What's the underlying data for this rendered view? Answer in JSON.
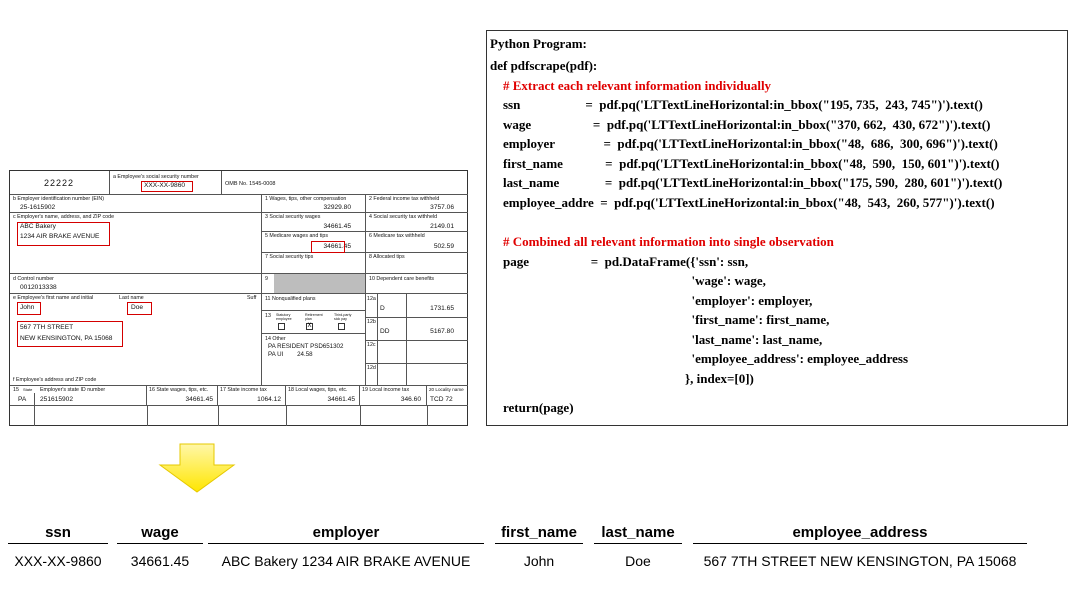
{
  "w2_form": {
    "control_code": "22222",
    "box_a_label": "a  Employee's social security number",
    "ssn": "XXX-XX-9860",
    "omb": "OMB No. 1545-0008",
    "box_b_label": "b  Employer identification number (EIN)",
    "ein": "25-1615902",
    "box_c_label": "c  Employer's name, address, and ZIP code",
    "employer_name": "ABC Bakery",
    "employer_address": "1234 AIR BRAKE AVENUE",
    "box_d_label": "d  Control number",
    "control_number": "0012013338",
    "box_e_label": "e  Employee's first name and initial",
    "last_name_label": "Last name",
    "suff_label": "Suff",
    "first_name": "John",
    "last_name": "Doe",
    "employee_street": "567 7TH STREET",
    "employee_city": "NEW KENSINGTON, PA 15068",
    "box_f_label": "f  Employee's address and ZIP code",
    "box1_label": "1   Wages, tips, other compensation",
    "box1": "32929.80",
    "box2_label": "2   Federal income tax withheld",
    "box2": "3757.06",
    "box3_label": "3   Social security wages",
    "box3": "34661.45",
    "box4_label": "4   Social security tax withheld",
    "box4": "2149.01",
    "box5_label": "5   Medicare wages and tips",
    "box5": "34661.45",
    "box6_label": "6   Medicare tax withheld",
    "box6": "502.59",
    "box7_label": "7   Social security tips",
    "box8_label": "8   Allocated tips",
    "box9_label": "9",
    "box10_label": "10  Dependent care benefits",
    "box11_label": "11  Nonqualified plans",
    "box12a_label": "12a",
    "box12a_code": "D",
    "box12a": "1731.65",
    "box12b_label": "12b",
    "box12b_code": "DD",
    "box12b": "5167.80",
    "box12c_label": "12c",
    "box12d_label": "12d",
    "box13_label": "13",
    "box13_stat": "Statutory employee",
    "box13_ret": "Retirement plan",
    "box13_sick": "Third-party sick pay",
    "box13_mark": "X",
    "box14_label": "14  Other",
    "box14_line1": "PA RESIDENT PSD651302",
    "box14_line2": "PA UI        24.58",
    "box15_label": "15",
    "box15_state_word": "State",
    "box15_id_label": "Employer's state ID number",
    "state": "PA",
    "state_id": "251615902",
    "box16_label": "16  State wages, tips, etc.",
    "box16": "34661.45",
    "box17_label": "17  State income tax",
    "box17": "1064.12",
    "box18_label": "18  Local wages, tips, etc.",
    "box18": "34661.45",
    "box19_label": "19  Local income tax",
    "box19": "346.60",
    "box20_label": "20  Locality name",
    "box20": "TCD 72"
  },
  "code": {
    "header": "Python Program:",
    "lines": [
      "def pdfscrape(pdf):",
      "    # Extract each relevant information individually",
      "    ssn                    =  pdf.pq('LTTextLineHorizontal:in_bbox(\"195, 735,  243, 745\")').text()",
      "    wage                   =  pdf.pq('LTTextLineHorizontal:in_bbox(\"370, 662,  430, 672\")').text()",
      "    employer               =  pdf.pq('LTTextLineHorizontal:in_bbox(\"48,  686,  300, 696\")').text()",
      "    first_name             =  pdf.pq('LTTextLineHorizontal:in_bbox(\"48,  590,  150, 601\")').text()",
      "    last_name              =  pdf.pq('LTTextLineHorizontal:in_bbox(\"175, 590,  280, 601\")').text()",
      "    employee_addre  =  pdf.pq('LTTextLineHorizontal:in_bbox(\"48,  543,  260, 577\")').text()",
      "",
      "    # Combined all relevant information into single observation",
      "    page                   =  pd.DataFrame({'ssn': ssn,",
      "                                                              'wage': wage,",
      "                                                              'employer': employer,",
      "                                                              'first_name': first_name,",
      "                                                              'last_name': last_name,",
      "                                                              'employee_address': employee_address",
      "                                                            }, index=[0])",
      "",
      "    return(page)"
    ]
  },
  "output_table": {
    "headers": [
      "ssn",
      "wage",
      "employer",
      "first_name",
      "last_name",
      "employee_address"
    ],
    "row": [
      "XXX-XX-9860",
      "34661.45",
      "ABC Bakery 1234 AIR BRAKE AVENUE",
      "John",
      "Doe",
      "567 7TH STREET NEW KENSINGTON, PA 15068"
    ]
  },
  "colors": {
    "highlight": "#d40000",
    "comment": "#e00000",
    "arrow": "#ffe600",
    "form_gray": "#bdbdbd"
  }
}
